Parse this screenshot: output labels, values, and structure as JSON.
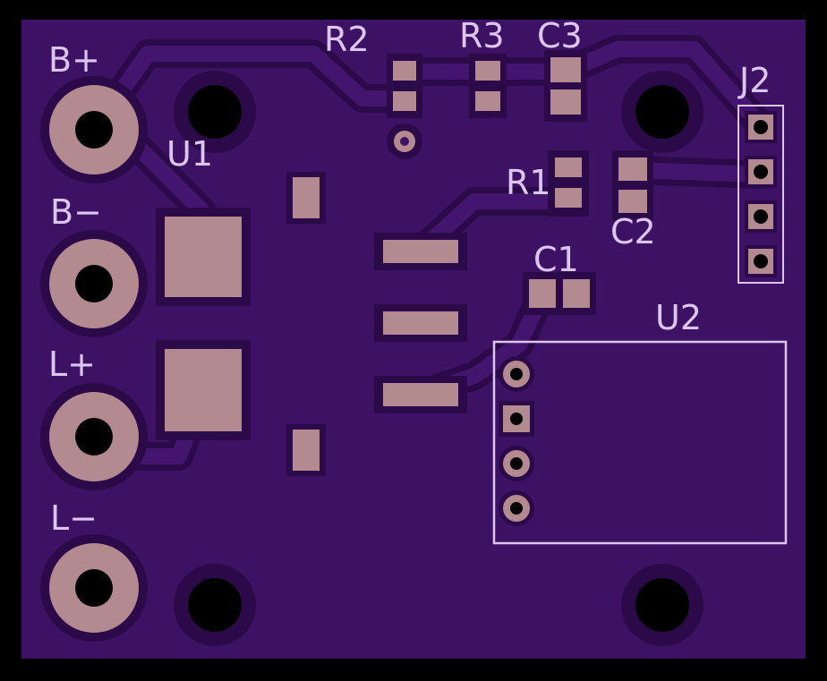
{
  "board": {
    "colors": {
      "background": "#000000",
      "substrate": "#3a115f",
      "copper_pour": "#42146c",
      "trace": "#3c1160",
      "clearance": "#2c0a4a",
      "pad": "#b38a8f",
      "silkscreen": "#dcc6f0"
    }
  },
  "labels": {
    "b_plus": "B+",
    "b_minus": "B−",
    "l_plus": "L+",
    "l_minus": "L−",
    "u1": "U1",
    "u2": "U2",
    "r1": "R1",
    "r2": "R2",
    "r3": "R3",
    "c1": "C1",
    "c2": "C2",
    "c3": "C3",
    "j2": "J2"
  }
}
